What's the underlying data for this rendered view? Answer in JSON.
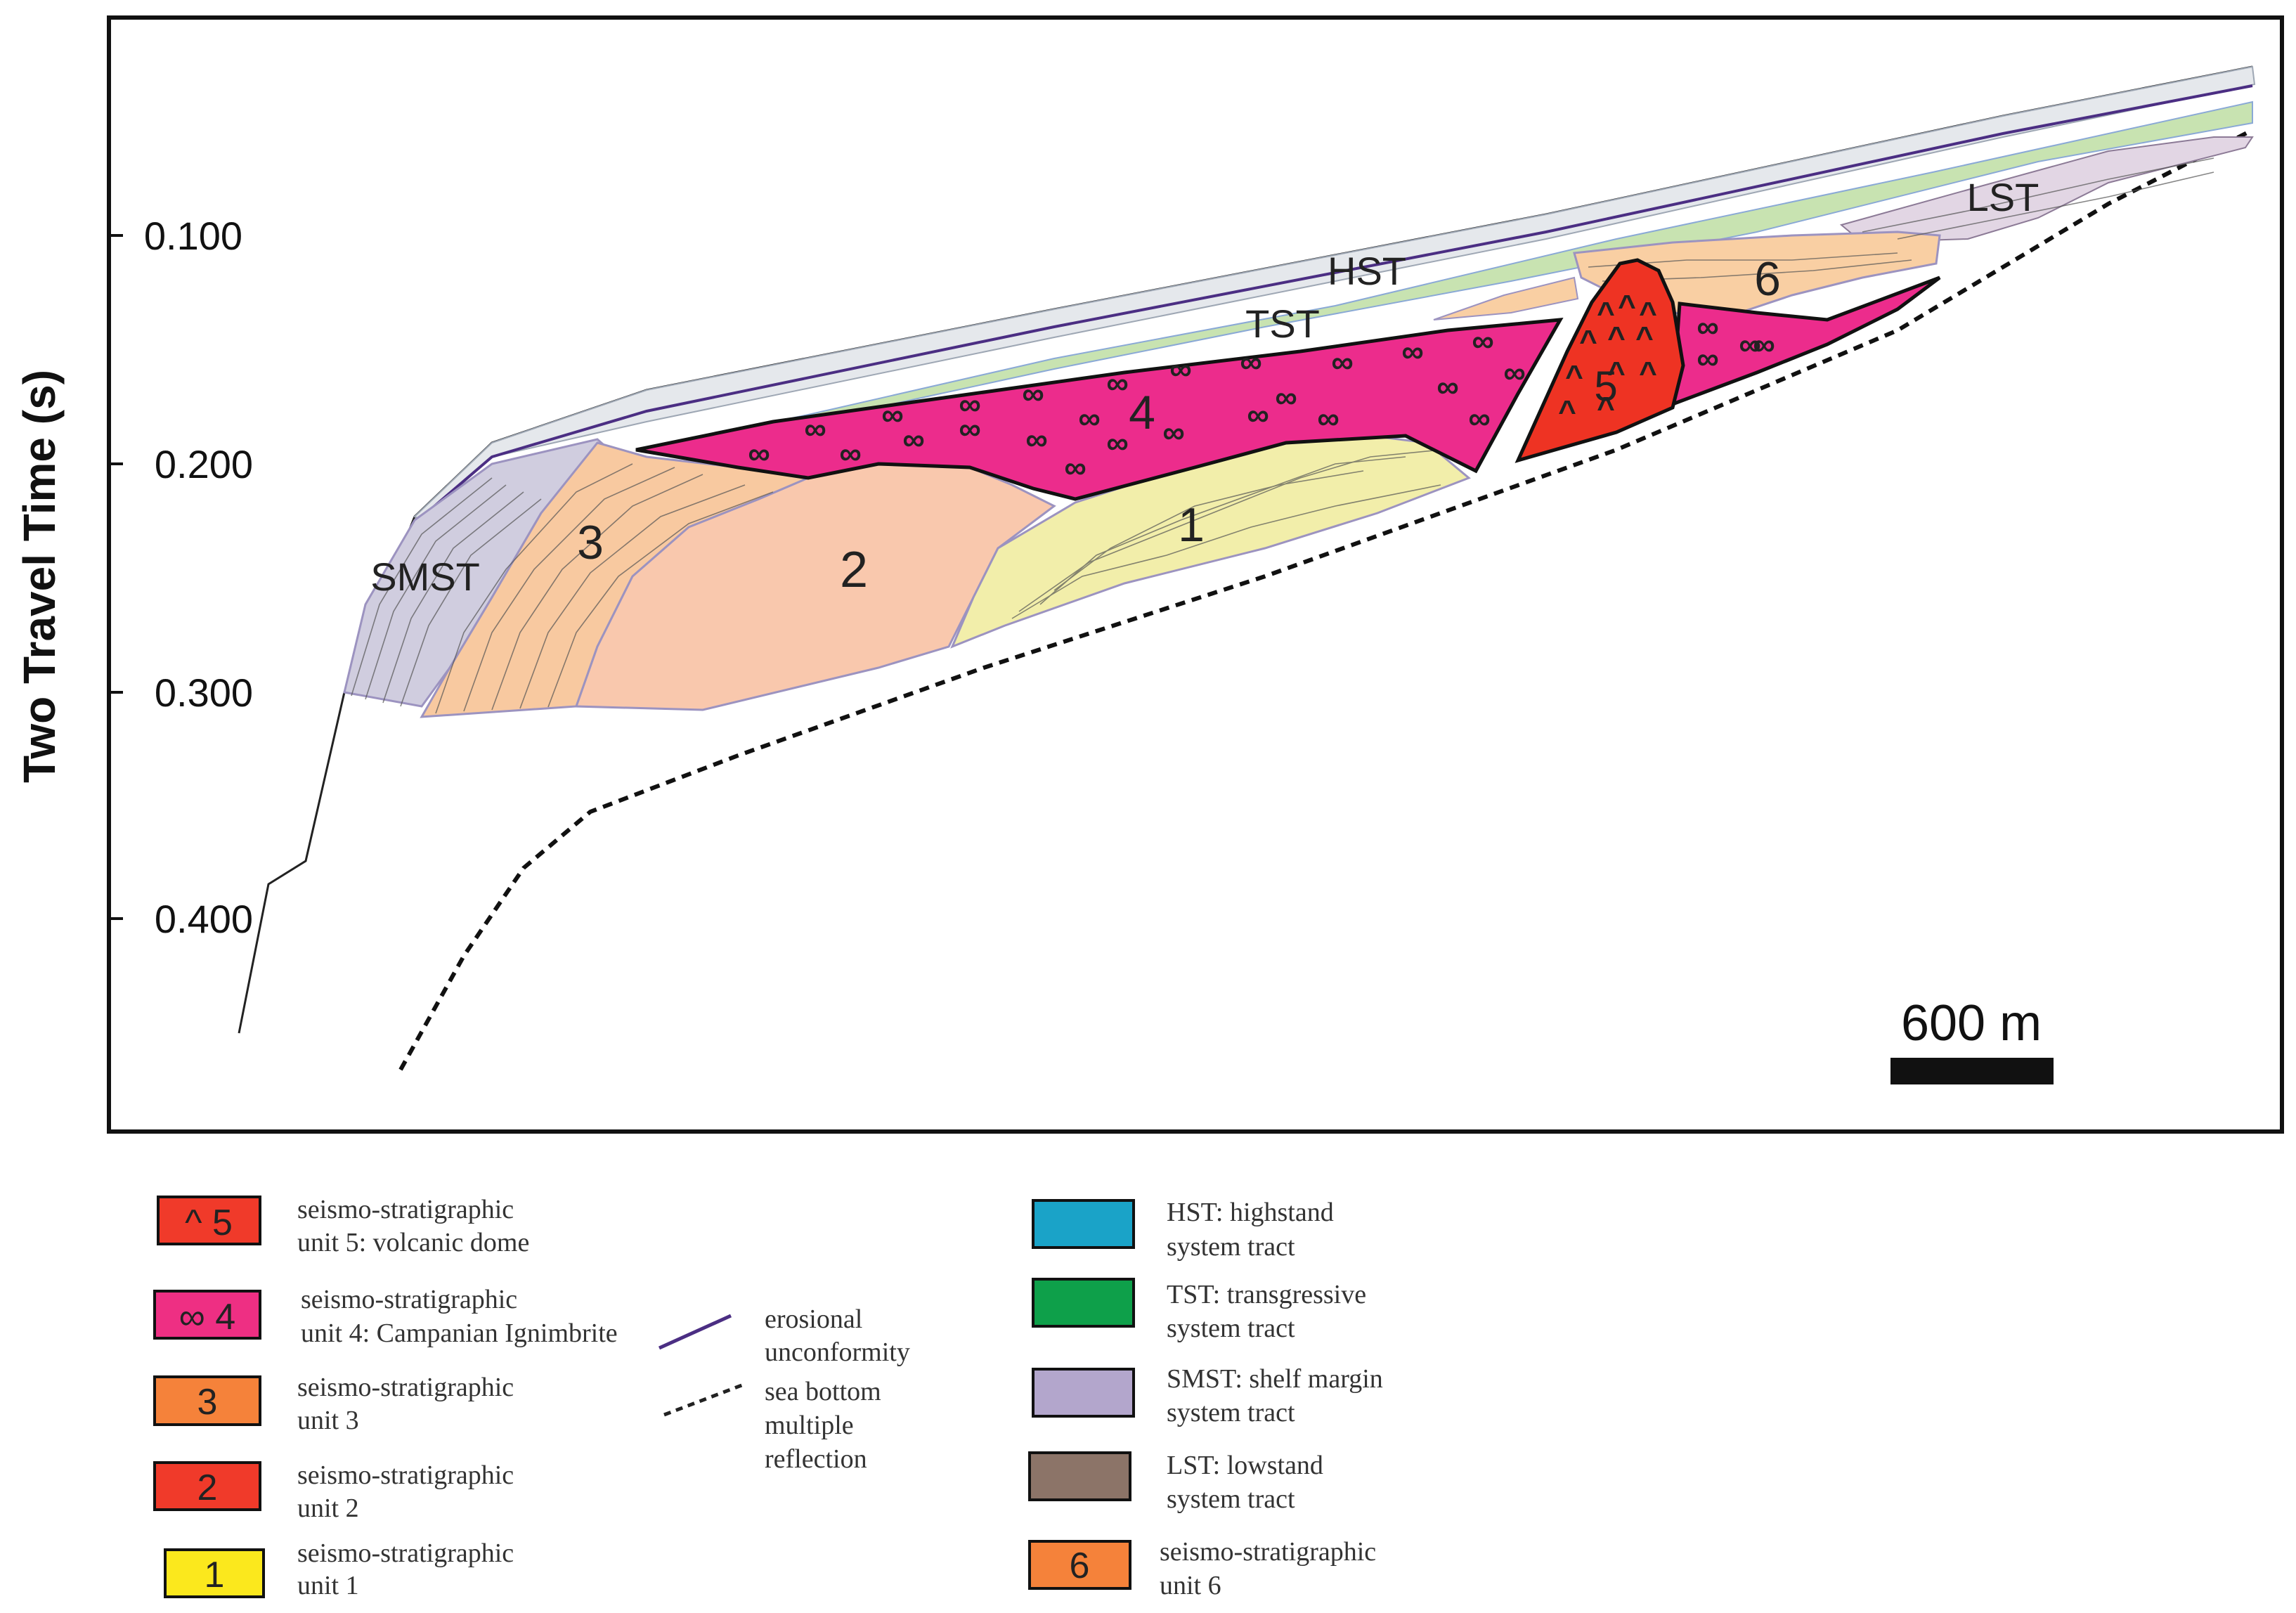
{
  "axis": {
    "ylabel": "Two Travel Time (s)",
    "ticks": [
      "0.100",
      "0.200",
      "0.300",
      "0.400"
    ]
  },
  "section_labels": {
    "hst": "HST",
    "tst": "TST",
    "lst": "LST",
    "smst": "SMST",
    "unit1": "1",
    "unit2": "2",
    "unit3": "3",
    "unit4": "4",
    "unit5": "5",
    "unit6": "6"
  },
  "symbols": {
    "ignimbrite": "∞",
    "dome": "^"
  },
  "scale_bar": {
    "label": "600 m"
  },
  "legend": {
    "units": [
      {
        "swatch": "^ 5",
        "line1": "seismo-stratigraphic",
        "line2": "unit 5: volcanic dome",
        "color": "#f03a2a"
      },
      {
        "swatch": "∞ 4",
        "line1": "seismo-stratigraphic",
        "line2": "unit 4: Campanian Ignimbrite",
        "color": "#ee2f83"
      },
      {
        "swatch": "3",
        "line1": "seismo-stratigraphic",
        "line2": "unit 3",
        "color": "#f5823a"
      },
      {
        "swatch": "2",
        "line1": "seismo-stratigraphic",
        "line2": "unit 2",
        "color": "#f03a2a"
      },
      {
        "swatch": "1",
        "line1": "seismo-stratigraphic",
        "line2": "unit 1",
        "color": "#fbe81d"
      }
    ],
    "lines": [
      {
        "line1": "erosional",
        "line2": "unconformity",
        "style": "solid",
        "color": "#4b2e83"
      },
      {
        "line1": "sea bottom",
        "line2": "multiple",
        "line3": "reflection",
        "style": "dashed",
        "color": "#222222"
      }
    ],
    "tracts": [
      {
        "swatch": "",
        "line1": "HST: highstand",
        "line2": "system tract",
        "color": "#1aa3c8"
      },
      {
        "swatch": "",
        "line1": "TST: transgressive",
        "line2": "system tract",
        "color": "#0ea04a"
      },
      {
        "swatch": "",
        "line1": "SMST: shelf margin",
        "line2": "system tract",
        "color": "#b3a6cc"
      },
      {
        "swatch": "",
        "line1": "LST: lowstand",
        "line2": "system tract",
        "color": "#8c7468"
      },
      {
        "swatch": "6",
        "line1": "seismo-stratigraphic",
        "line2": "unit 6",
        "color": "#f5823a"
      }
    ]
  }
}
